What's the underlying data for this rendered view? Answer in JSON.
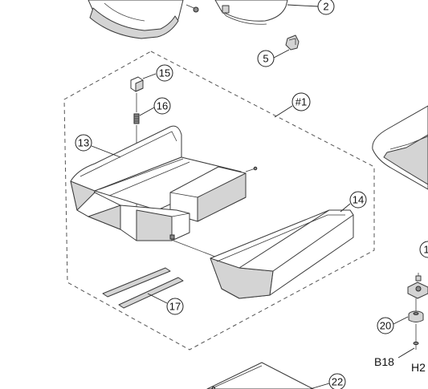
{
  "callouts": {
    "c2": "2",
    "c5": "5",
    "c15": "15",
    "c16": "16",
    "c1a": "#1",
    "c13": "13",
    "c14": "14",
    "c17": "17",
    "c20": "20",
    "c22": "22",
    "c1": "1"
  },
  "labels": {
    "b18": "B18",
    "h2": "H2"
  }
}
